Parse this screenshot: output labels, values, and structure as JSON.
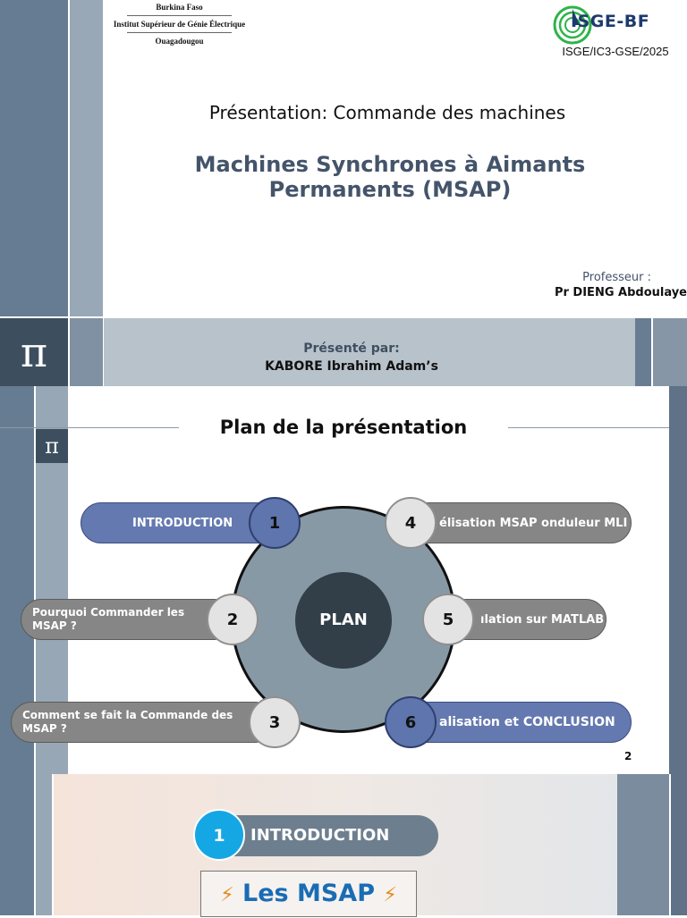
{
  "slide1": {
    "institution": [
      "Burkina Faso",
      "Institut Supérieur de Génie Électrique",
      "Ouagadougou"
    ],
    "logo_text": "ISGE-BF",
    "course_code": "ISGE/IC3-GSE/2025",
    "presentation_title": "Présentation: Commande des machines",
    "main_title": "Machines Synchrones à Aimants Permanents (MSAP)",
    "professor_label": "Professeur :",
    "professor_name": "Pr DIENG Abdoulaye",
    "presented_by_label": "Présenté par:",
    "presenter_name": "KABORE Ibrahim Adam’s",
    "pi_symbol": "π"
  },
  "slide2": {
    "title": "Plan de la présentation",
    "center_label": "PLAN",
    "pi_symbol": "π",
    "page_number": "2",
    "items": [
      {
        "number": "1",
        "label": "INTRODUCTION"
      },
      {
        "number": "2",
        "label": "Pourquoi Commander les MSAP ?"
      },
      {
        "number": "3",
        "label": "Comment se fait la Commande des MSAP ?"
      },
      {
        "number": "4",
        "label": "élisation MSAP onduleur MLI"
      },
      {
        "number": "5",
        "label": "ılation sur MATLAB"
      },
      {
        "number": "6",
        "label": "alisation et CONCLUSION"
      }
    ]
  },
  "slide3": {
    "section_number": "1",
    "section_label": "INTRODUCTION",
    "subtitle": "Les MSAP"
  },
  "colors": {
    "slate_dark": "#3d4f5f",
    "slate": "#667c92",
    "slate_light": "#97a7b5",
    "blue_pill": "#6479b0",
    "gray_pill": "#868686",
    "title_blue": "#44546a",
    "accent_cyan": "#15a7e4",
    "msap_blue": "#1a6cb5"
  }
}
